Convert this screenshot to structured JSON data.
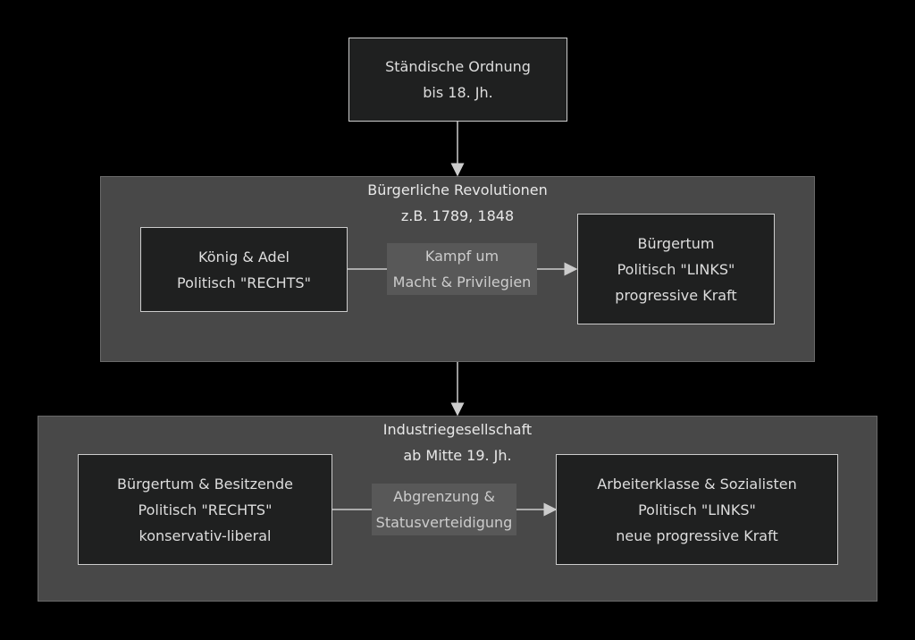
{
  "nodes": {
    "staendisch": [
      "Ständische Ordnung",
      "bis 18. Jh."
    ],
    "koenig": [
      "König & Adel",
      "Politisch \"RECHTS\""
    ],
    "buergertum": [
      "Bürgertum",
      "Politisch \"LINKS\"",
      "progressive Kraft"
    ],
    "besitzende": [
      "Bürgertum & Besitzende",
      "Politisch \"RECHTS\"",
      "konservativ-liberal"
    ],
    "arbeiter": [
      "Arbeiterklasse & Sozialisten",
      "Politisch \"LINKS\"",
      "neue progressive Kraft"
    ]
  },
  "clusters": {
    "revolution": [
      "Bürgerliche Revolutionen",
      "z.B. 1789, 1848"
    ],
    "industrie": [
      "Industriegesellschaft",
      "ab Mitte 19. Jh."
    ]
  },
  "edges": {
    "kampf": [
      "Kampf um",
      "Macht & Privilegien"
    ],
    "abgrenzung": [
      "Abgrenzung &",
      "Statusverteidigung"
    ]
  }
}
